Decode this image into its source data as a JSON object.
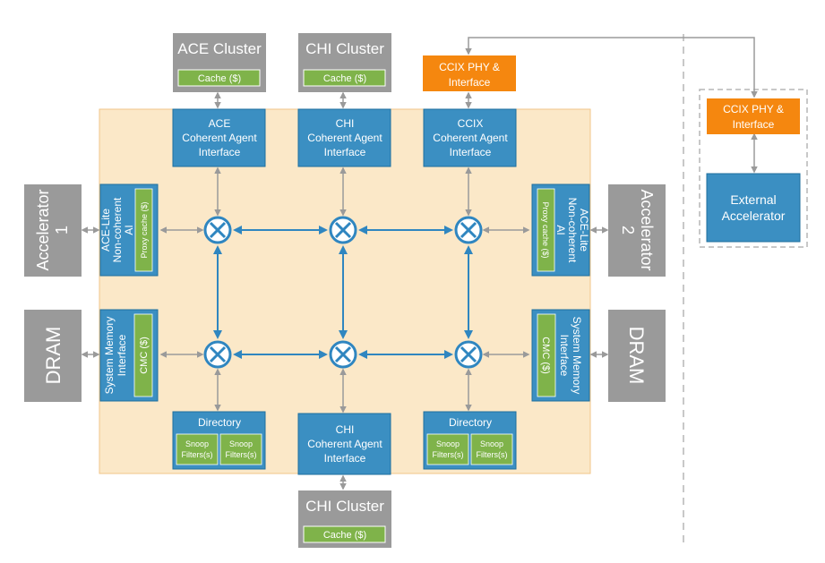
{
  "clusters": {
    "ace": {
      "title": "ACE Cluster",
      "cache": "Cache ($)"
    },
    "chi_top": {
      "title": "CHI Cluster",
      "cache": "Cache ($)"
    },
    "chi_bottom": {
      "title": "CHI Cluster",
      "cache": "Cache ($)"
    }
  },
  "ccix_phy_local": [
    "CCIX PHY &",
    "Interface"
  ],
  "ccix_phy_remote": [
    "CCIX PHY &",
    "Interface"
  ],
  "external_accelerator": [
    "External",
    "Accelerator"
  ],
  "agents": {
    "ace_top": [
      "ACE",
      "Coherent Agent",
      "Interface"
    ],
    "chi_top": [
      "CHI",
      "Coherent Agent",
      "Interface"
    ],
    "ccix_top": [
      "CCIX",
      "Coherent Agent",
      "Interface"
    ],
    "chi_bottom": [
      "CHI",
      "Coherent Agent",
      "Interface"
    ]
  },
  "acelite_left": {
    "lines": [
      "ACE-Lite",
      "Non-coherent",
      "AI"
    ],
    "cache": "Proxy cache ($)"
  },
  "acelite_right": {
    "lines": [
      "ACE-Lite",
      "Non-coherent",
      "AI"
    ],
    "cache": "Proxy cache ($)"
  },
  "sysmem_left": {
    "lines": [
      "System Memory",
      "Interface"
    ],
    "cache": "CMC ($)"
  },
  "sysmem_right": {
    "lines": [
      "System Memory",
      "Interface"
    ],
    "cache": "CMC ($)"
  },
  "accelerator_left": [
    "Accelerator",
    "1"
  ],
  "accelerator_right": [
    "Accelerator",
    "2"
  ],
  "dram_left": "DRAM",
  "dram_right": "DRAM",
  "directory_left": {
    "title": "Directory",
    "filters": [
      [
        "Snoop",
        "Filters(s)"
      ],
      [
        "Snoop",
        "Filters(s)"
      ]
    ]
  },
  "directory_right": {
    "title": "Directory",
    "filters": [
      [
        "Snoop",
        "Filters(s)"
      ],
      [
        "Snoop",
        "Filters(s)"
      ]
    ]
  },
  "colors": {
    "fabric": "#fbe8c8",
    "fabric_border": "#f0c68a",
    "blue": "#3b8fc2",
    "blue_border": "#1f6f9e",
    "green": "#7fb34a",
    "gray": "#9a9a9a",
    "orange": "#f5870f",
    "link": "#9a9a9a",
    "mesh": "#2f86c0"
  }
}
